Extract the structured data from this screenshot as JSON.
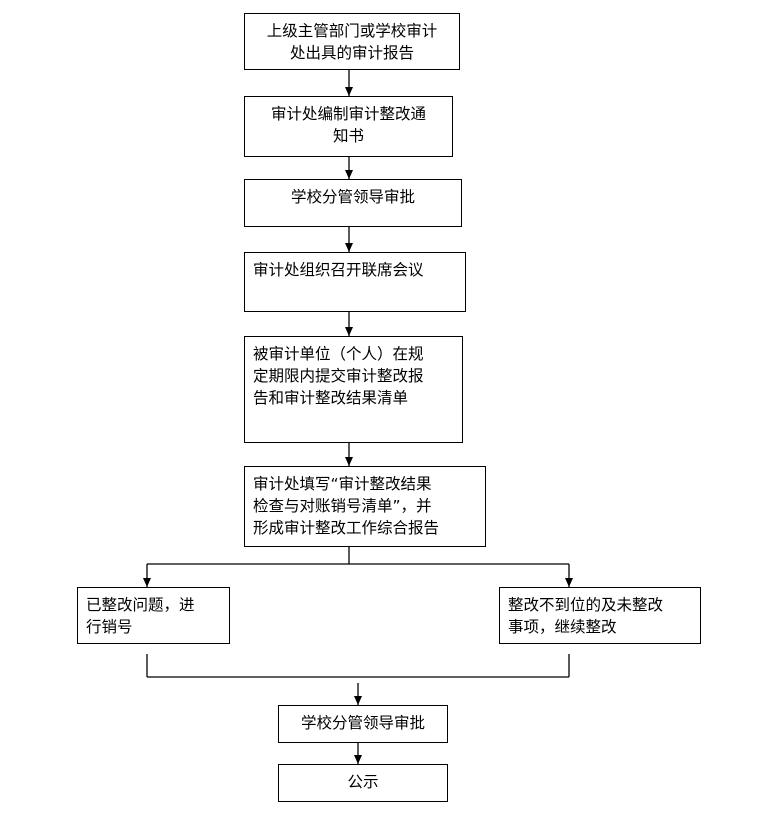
{
  "flowchart": {
    "nodes": [
      {
        "id": "n1",
        "lines": [
          "上级主管部门或学校审计",
          "处出具的审计报告"
        ]
      },
      {
        "id": "n2",
        "lines": [
          "审计处编制审计整改通",
          "知书"
        ]
      },
      {
        "id": "n3",
        "lines": [
          "学校分管领导审批"
        ]
      },
      {
        "id": "n4",
        "lines": [
          "审计处组织召开联席会议"
        ]
      },
      {
        "id": "n5",
        "lines": [
          "被审计单位（个人）在规",
          "定期限内提交审计整改报",
          "告和审计整改结果清单"
        ]
      },
      {
        "id": "n6",
        "lines": [
          "审计处填写“审计整改结果",
          "检查与对账销号清单”，并",
          "形成审计整改工作综合报告"
        ]
      },
      {
        "id": "n7",
        "lines": [
          "已整改问题，进",
          "行销号"
        ]
      },
      {
        "id": "n8",
        "lines": [
          "整改不到位的及未整改",
          "事项，继续整改"
        ]
      },
      {
        "id": "n9",
        "lines": [
          "学校分管领导审批"
        ]
      },
      {
        "id": "n10",
        "lines": [
          "公示"
        ]
      }
    ],
    "edges": [
      {
        "from": "n1",
        "to": "n2"
      },
      {
        "from": "n2",
        "to": "n3"
      },
      {
        "from": "n3",
        "to": "n4"
      },
      {
        "from": "n4",
        "to": "n5"
      },
      {
        "from": "n5",
        "to": "n6"
      },
      {
        "from": "n6",
        "to": "n7"
      },
      {
        "from": "n6",
        "to": "n8"
      },
      {
        "from": "n7",
        "to": "n9"
      },
      {
        "from": "n8",
        "to": "n9"
      },
      {
        "from": "n9",
        "to": "n10"
      }
    ]
  },
  "colors": {
    "line": "#000000",
    "box_border": "#000000",
    "background": "#ffffff"
  }
}
